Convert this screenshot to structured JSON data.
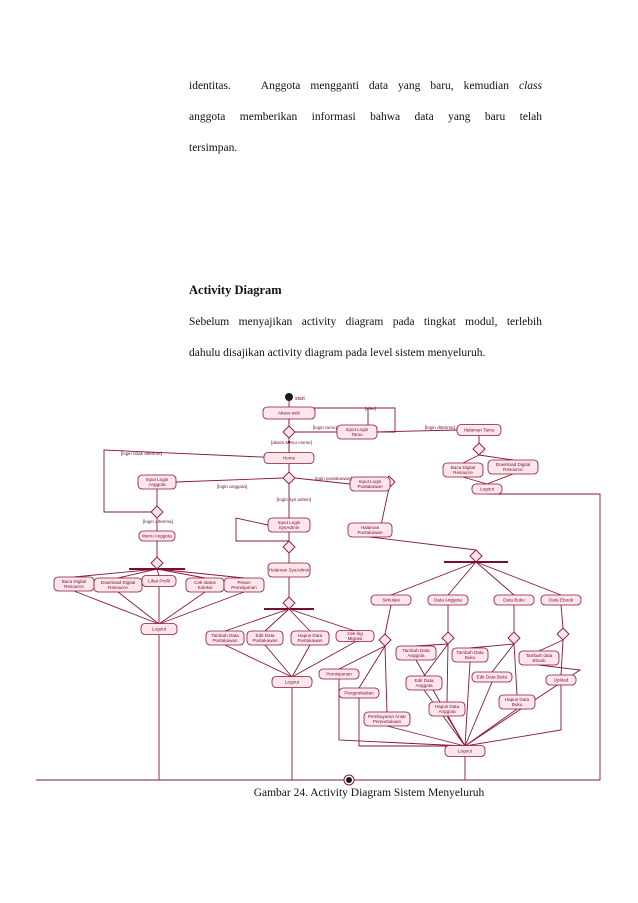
{
  "body": {
    "p1_line1_a": "identitas.",
    "p1_line1_b": "Anggota mengganti data yang baru, kemudian",
    "p1_line1_c": "class",
    "p1_line2": "anggota memberikan informasi bahwa data yang baru telah",
    "p1_line3": "tersimpan.",
    "heading": "Activity Diagram",
    "p2_line1": "Sebelum menyajikan activity diagram pada tingkat modul, terlebih",
    "p2_line2": "dahulu disajikan activity diagram pada level sistem menyeluruh.",
    "caption": "Gambar 24. Activity Diagram Sistem Menyeluruh"
  },
  "diagram": {
    "start": "start",
    "nodes": [
      {
        "id": "akses",
        "label": "Akses web"
      },
      {
        "id": "login_tamu",
        "label": "Input Login Tamu"
      },
      {
        "id": "halaman_tamu",
        "label": "Halaman Tamu"
      },
      {
        "id": "home",
        "label": "Home"
      },
      {
        "id": "login_anggota",
        "label": "Input Login Anggota"
      },
      {
        "id": "login_pustakawan",
        "label": "Input Login Pustakawan"
      },
      {
        "id": "baca_dr",
        "label": "Baca Digital Resource"
      },
      {
        "id": "download_dr_t",
        "label": "Download Digital Resource"
      },
      {
        "id": "logout_t",
        "label": "Logout"
      },
      {
        "id": "login_sysadmin",
        "label": "Input Login SysAdmin"
      },
      {
        "id": "halaman_pustakawan",
        "label": "Halaman Pustakawan"
      },
      {
        "id": "menu_anggota",
        "label": "Menu Anggota"
      },
      {
        "id": "halaman_sysadmin",
        "label": "Halaman SysAdmin"
      },
      {
        "id": "baca_dr_a",
        "label": "Baca Digital Resource"
      },
      {
        "id": "download_dr_a",
        "label": "Download Digital Resource"
      },
      {
        "id": "lihat_profil",
        "label": "Lihat Profil"
      },
      {
        "id": "cek_koleksi",
        "label": "Cek status Koleksi"
      },
      {
        "id": "pesan",
        "label": "Pesan Peminjaman"
      },
      {
        "id": "logout_a",
        "label": "Logout"
      },
      {
        "id": "sirkulasi",
        "label": "Sirkulasi"
      },
      {
        "id": "data_anggota",
        "label": "Data Anggota"
      },
      {
        "id": "data_buku",
        "label": "Data Buku"
      },
      {
        "id": "data_ebook",
        "label": "Data Ebook"
      },
      {
        "id": "tambah_pust",
        "label": "Tambah Data Pustakawan"
      },
      {
        "id": "edit_pust",
        "label": "Edit Data Pustakawan"
      },
      {
        "id": "hapus_pust",
        "label": "Hapus Data Pustakawan"
      },
      {
        "id": "cek_log",
        "label": "Cek log Migrasi"
      },
      {
        "id": "logout_s",
        "label": "Logout"
      },
      {
        "id": "tambah_anggota",
        "label": "Tambah Data Anggota"
      },
      {
        "id": "tambah_buku",
        "label": "Tambah Data Buku"
      },
      {
        "id": "tambah_ebook",
        "label": "Tambah data Ebook"
      },
      {
        "id": "edit_anggota",
        "label": "Edit Data Anggota"
      },
      {
        "id": "edit_buku",
        "label": "Edit Data Buku"
      },
      {
        "id": "upload",
        "label": "Upload"
      },
      {
        "id": "peminjaman",
        "label": "Peminjaman"
      },
      {
        "id": "hapus_anggota",
        "label": "Hapus Data Anggota"
      },
      {
        "id": "hapus_buku",
        "label": "Hapus Data Buku"
      },
      {
        "id": "pengembalian",
        "label": "Pengembalian"
      },
      {
        "id": "perpanjangan",
        "label": "Pembayaran Antar Perpustakaan"
      },
      {
        "id": "logout_p",
        "label": "Logout"
      }
    ],
    "guards": [
      {
        "id": "g_else",
        "label": "[else]"
      },
      {
        "id": "g_tamu",
        "label": "[login tamu]"
      },
      {
        "id": "g_diterima_t",
        "label": "[login diterima]"
      },
      {
        "id": "g_akses_menu",
        "label": "[akses Menu Home]"
      },
      {
        "id": "g_tidak",
        "label": "[login tidak diterima]"
      },
      {
        "id": "g_pustakawan",
        "label": "login pustakawan]"
      },
      {
        "id": "g_anggota",
        "label": "[login anggota]"
      },
      {
        "id": "g_sysadmin",
        "label": "[login sys admin]"
      },
      {
        "id": "g_diterima_a",
        "label": "[login diterima]"
      }
    ]
  }
}
